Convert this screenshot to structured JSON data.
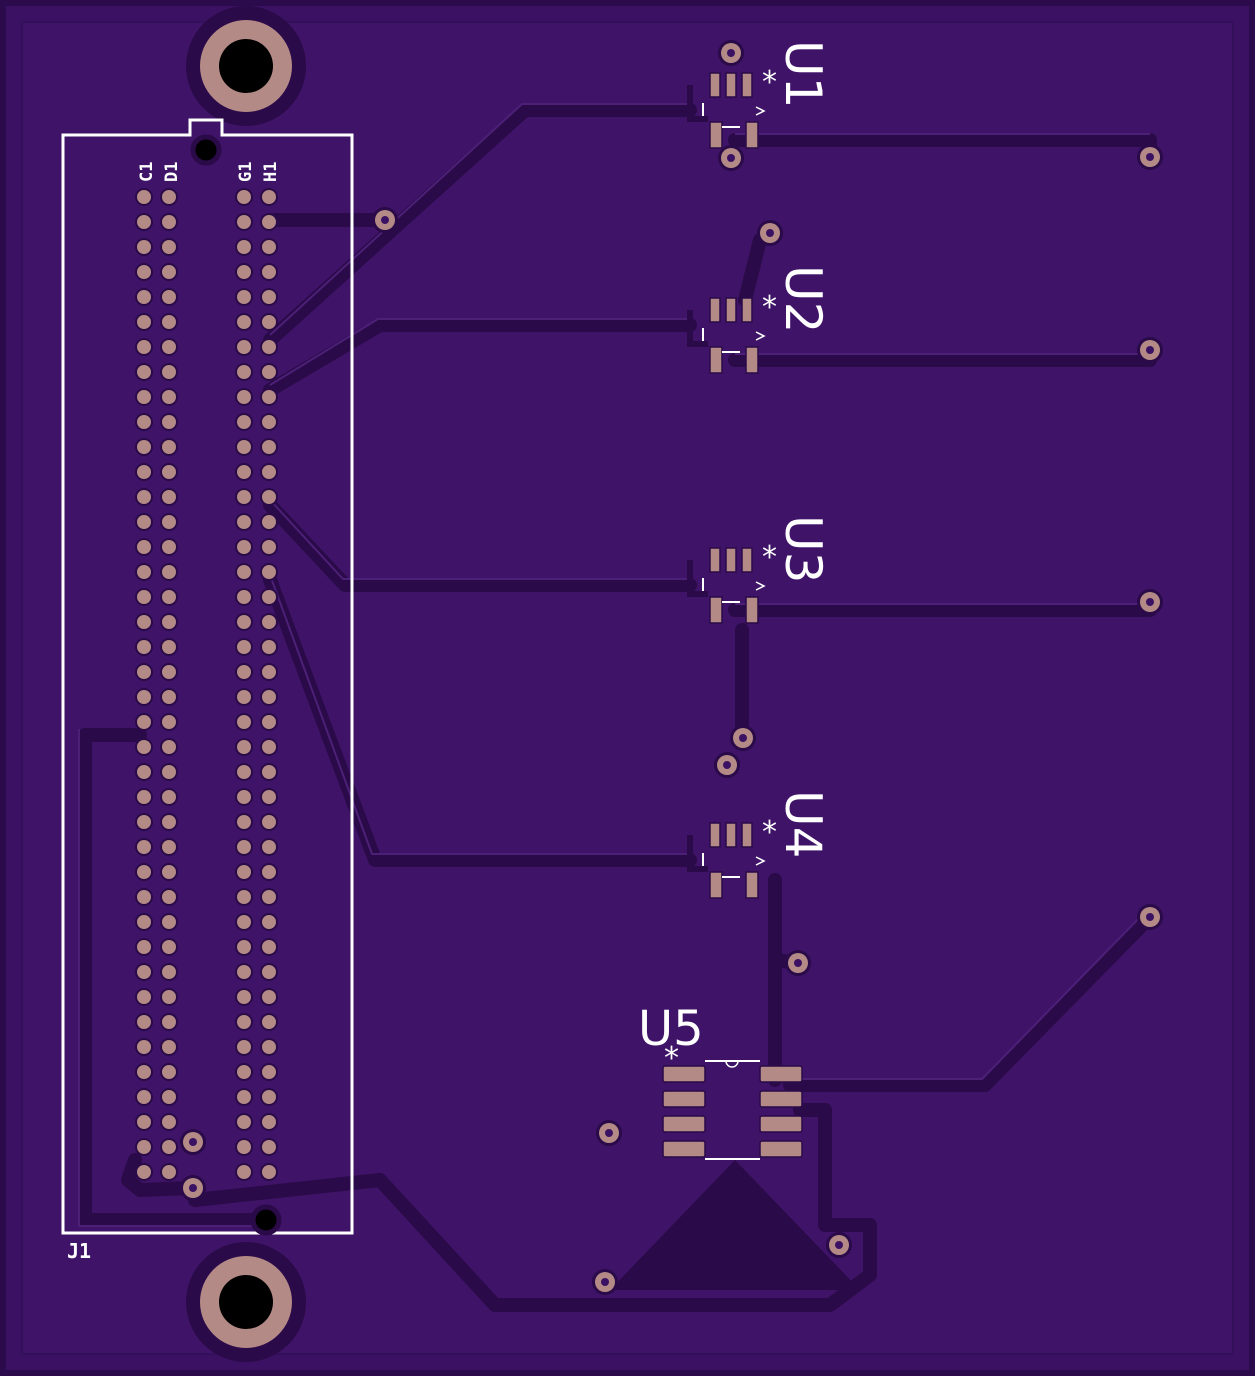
{
  "board": {
    "colors": {
      "substrate": "#3b1263",
      "edge": "#2c0b4d",
      "trace": "#2a0a48",
      "trace_hi": "#5a2b8a",
      "pad": "#b38a85",
      "silk": "#ffffff"
    }
  },
  "connector": {
    "designator": "J1",
    "column_labels": [
      "C1",
      "D1",
      "G1",
      "H1"
    ],
    "rows": 40
  },
  "parts": [
    {
      "designator": "U1"
    },
    {
      "designator": "U2"
    },
    {
      "designator": "U3"
    },
    {
      "designator": "U4"
    },
    {
      "designator": "U5"
    }
  ],
  "pin1_marker": "*"
}
